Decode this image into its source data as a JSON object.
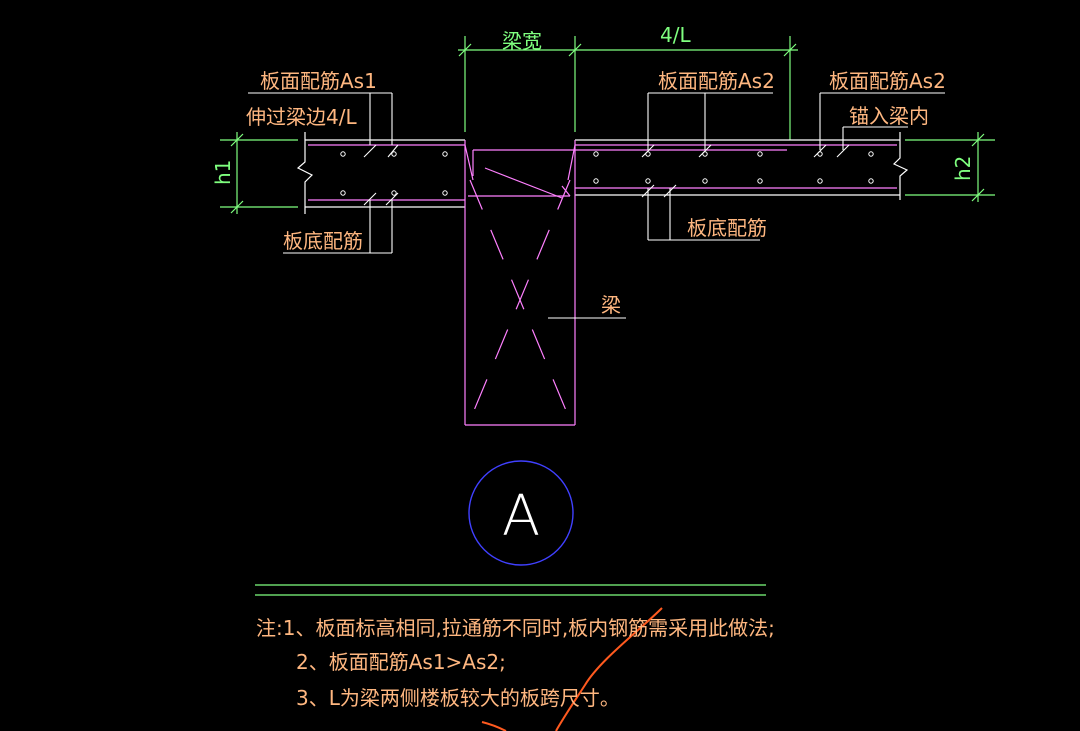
{
  "colors": {
    "background": "#000000",
    "dimension": "#7fff7f",
    "text": "#ffb780",
    "leader": "#ffffff",
    "slab_outline": "#ffffff",
    "rebar": "#ff80ff",
    "beam": "#ff80ff",
    "dots": "#ffffff",
    "circle": "#4040ff",
    "markup": "#ff5a1f"
  },
  "labels": {
    "beam_width": "梁宽",
    "quarter_span": "4/L",
    "top_as1": "板面配筋As1",
    "extend": "伸过梁边4/L",
    "top_as2_mid": "板面配筋As2",
    "top_as2_right": "板面配筋As2",
    "anchor": "锚入梁内",
    "h1": "h1",
    "h2": "h2",
    "bottom_left": "板底配筋",
    "bottom_right": "板底配筋",
    "beam": "梁",
    "detail_mark": "A"
  },
  "notes": {
    "line1": "注:1、板面标高相同,拉通筋不同时,板内钢筋需采用此做法;",
    "line2": "2、板面配筋As1>As2;",
    "line3": "3、L为梁两侧楼板较大的板跨尺寸。"
  }
}
